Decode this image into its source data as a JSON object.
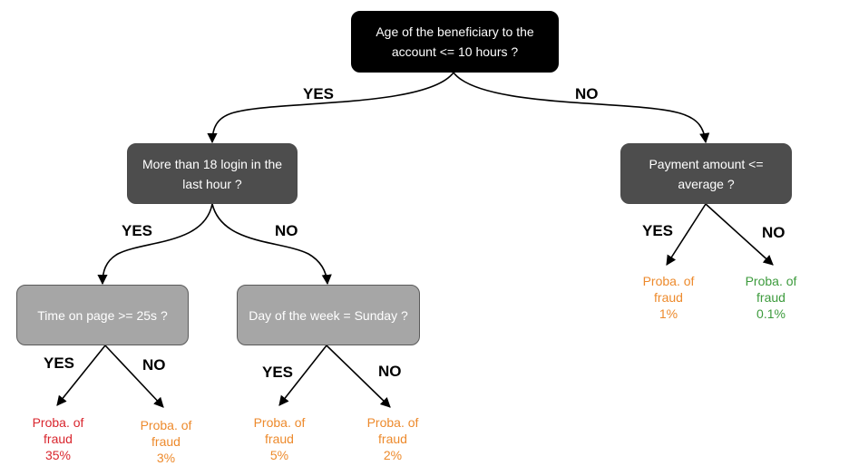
{
  "colors": {
    "high_risk": "#d9262e",
    "medium_risk": "#ed8a2c",
    "low_risk": "#3d9b3d"
  },
  "nodes": {
    "root": {
      "line1": "Age of the beneficiary to the",
      "line2": "account <= 10 hours ?"
    },
    "logins": {
      "line1": "More than 18 login in the",
      "line2": "last hour ?"
    },
    "payment": {
      "line1": "Payment amount <=",
      "line2": "average ?"
    },
    "time_on_page": {
      "text": "Time on page >= 25s ?"
    },
    "day_of_week": {
      "text": "Day of the week = Sunday ?"
    }
  },
  "edge_labels": {
    "root_yes": "YES",
    "root_no": "NO",
    "logins_yes": "YES",
    "logins_no": "NO",
    "payment_yes": "YES",
    "payment_no": "NO",
    "time_yes": "YES",
    "time_no": "NO",
    "day_yes": "YES",
    "day_no": "NO"
  },
  "leaves": [
    {
      "line1": "Proba. of",
      "line2": "fraud",
      "value": "35%",
      "color": "#d9262e"
    },
    {
      "line1": "Proba. of",
      "line2": "fraud",
      "value": "3%",
      "color": "#ed8a2c"
    },
    {
      "line1": "Proba. of",
      "line2": "fraud",
      "value": "5%",
      "color": "#ed8a2c"
    },
    {
      "line1": "Proba. of",
      "line2": "fraud",
      "value": "2%",
      "color": "#ed8a2c"
    },
    {
      "line1": "Proba. of",
      "line2": "fraud",
      "value": "1%",
      "color": "#ed8a2c"
    },
    {
      "line1": "Proba. of",
      "line2": "fraud",
      "value": "0.1%",
      "color": "#3d9b3d"
    }
  ]
}
